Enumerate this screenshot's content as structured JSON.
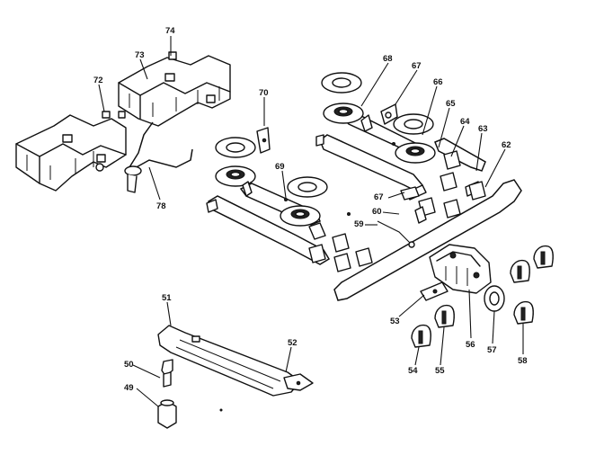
{
  "diagram": {
    "callouts": [
      {
        "id": "c74",
        "label": "74"
      },
      {
        "id": "c73",
        "label": "73"
      },
      {
        "id": "c72",
        "label": "72"
      },
      {
        "id": "c70",
        "label": "70"
      },
      {
        "id": "c78",
        "label": "78"
      },
      {
        "id": "c68",
        "label": "68"
      },
      {
        "id": "c67a",
        "label": "67"
      },
      {
        "id": "c66",
        "label": "66"
      },
      {
        "id": "c65",
        "label": "65"
      },
      {
        "id": "c64",
        "label": "64"
      },
      {
        "id": "c63",
        "label": "63"
      },
      {
        "id": "c62",
        "label": "62"
      },
      {
        "id": "c69",
        "label": "69"
      },
      {
        "id": "c67b",
        "label": "67"
      },
      {
        "id": "c60",
        "label": "60"
      },
      {
        "id": "c59",
        "label": "59"
      },
      {
        "id": "c51",
        "label": "51"
      },
      {
        "id": "c52",
        "label": "52"
      },
      {
        "id": "c50",
        "label": "50"
      },
      {
        "id": "c49",
        "label": "49"
      },
      {
        "id": "c53",
        "label": "53"
      },
      {
        "id": "c54",
        "label": "54"
      },
      {
        "id": "c55",
        "label": "55"
      },
      {
        "id": "c56",
        "label": "56"
      },
      {
        "id": "c57",
        "label": "57"
      },
      {
        "id": "c58",
        "label": "58"
      }
    ]
  }
}
